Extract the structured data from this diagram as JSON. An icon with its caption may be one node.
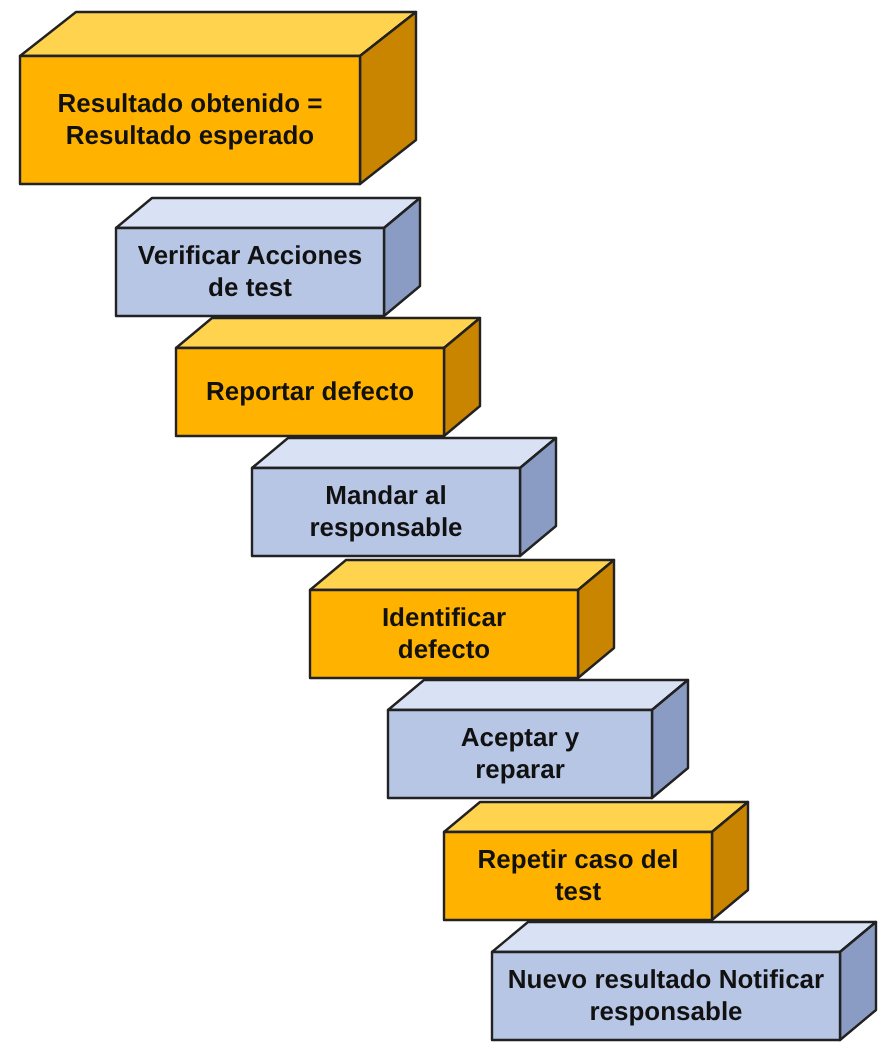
{
  "diagram": {
    "nodes": [
      {
        "text": [
          "Resultado obtenido = Resultado esperado"
        ]
      },
      {
        "text": [
          "Verificar Acciones de test"
        ]
      },
      {
        "text": [
          "Reportar defecto"
        ]
      },
      {
        "text": [
          "Mandar al responsable"
        ]
      },
      {
        "text": [
          "Identificar defecto"
        ]
      },
      {
        "text": [
          "Aceptar y reparar"
        ]
      },
      {
        "text": [
          "Repetir caso del test"
        ]
      },
      {
        "text": [
          "Nuevo resultado Notificar responsable"
        ]
      }
    ]
  }
}
